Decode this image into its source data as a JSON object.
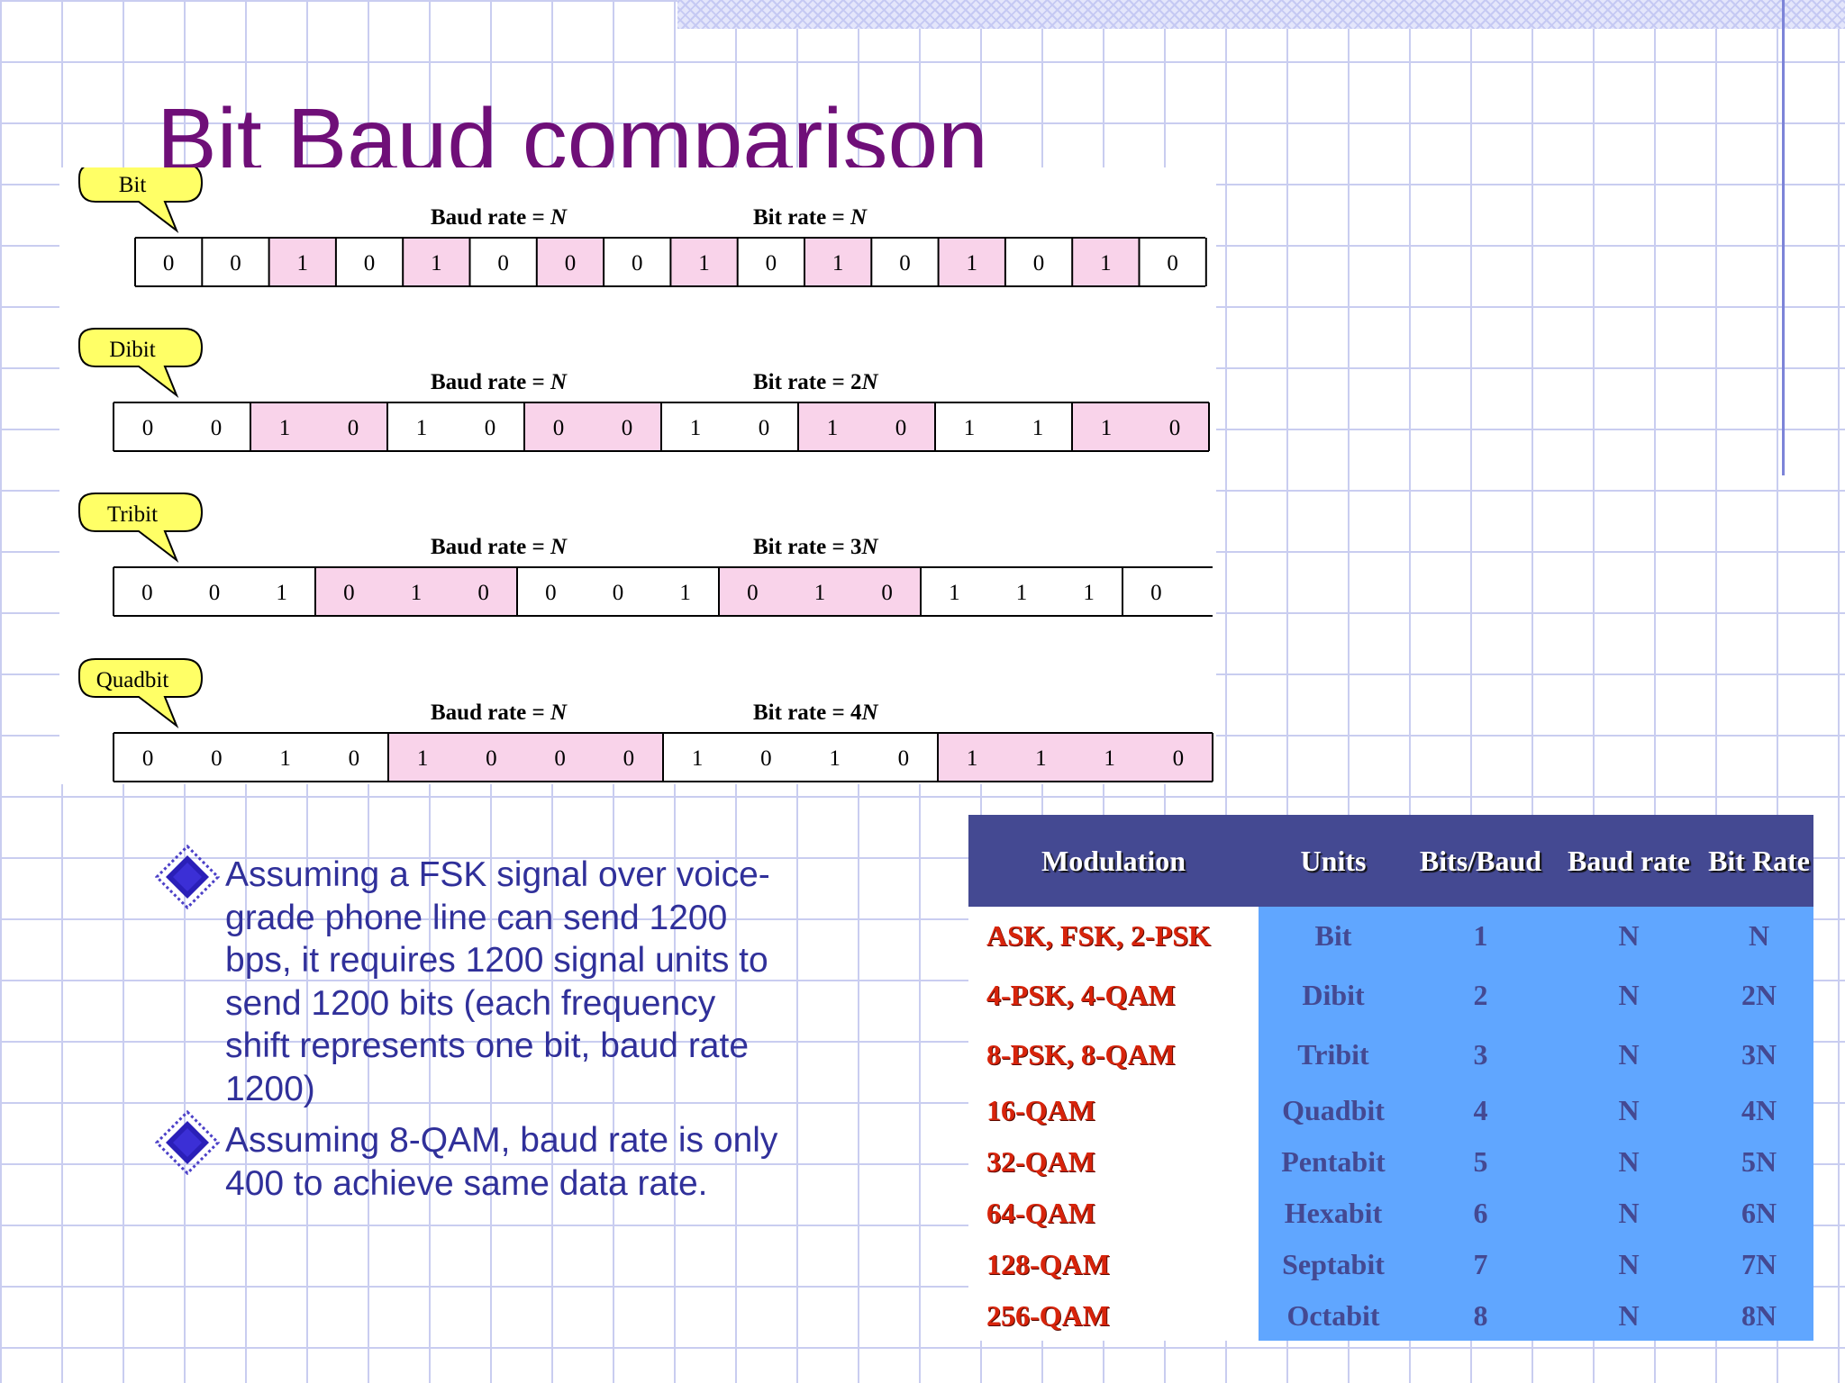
{
  "slide": {
    "title": "Bit Baud comparison"
  },
  "diagram": {
    "rows": [
      {
        "label": "Bit",
        "baud_rate_label": "Baud rate = N",
        "bit_rate_label": "Bit rate = N",
        "bits_per_unit": 1,
        "units": [
          "0",
          "0",
          "1",
          "0",
          "1",
          "0",
          "0",
          "0",
          "1",
          "0",
          "1",
          "0",
          "1",
          "0",
          "1",
          "0"
        ],
        "shaded": [
          false,
          false,
          true,
          false,
          true,
          false,
          true,
          false,
          true,
          false,
          true,
          false,
          true,
          false,
          true,
          false
        ]
      },
      {
        "label": "Dibit",
        "baud_rate_label": "Baud rate = N",
        "bit_rate_label": "Bit rate = 2N",
        "bits_per_unit": 2,
        "units": [
          "00",
          "10",
          "10",
          "00",
          "10",
          "10",
          "11",
          "10"
        ],
        "shaded": [
          false,
          true,
          false,
          true,
          false,
          true,
          false,
          true
        ]
      },
      {
        "label": "Tribit",
        "baud_rate_label": "Baud rate = N",
        "bit_rate_label": "Bit rate = 3N",
        "bits_per_unit": 3,
        "units": [
          "001",
          "010",
          "001",
          "010",
          "111",
          "0"
        ],
        "shaded": [
          false,
          true,
          false,
          true,
          false,
          false
        ]
      },
      {
        "label": "Quadbit",
        "baud_rate_label": "Baud rate = N",
        "bit_rate_label": "Bit rate = 4N",
        "bits_per_unit": 4,
        "units": [
          "0010",
          "1000",
          "1010",
          "1110"
        ],
        "shaded": [
          false,
          true,
          false,
          true
        ]
      }
    ],
    "colors": {
      "callout": "#ffff66",
      "shade": "#f9d3ea",
      "border": "#000000"
    }
  },
  "bullets": [
    "Assuming a FSK signal over voice-grade phone line can send 1200 bps, it requires 1200 signal units to send 1200 bits (each frequency shift represents one bit, baud rate 1200)",
    "Assuming 8-QAM, baud rate is only 400 to achieve same data rate."
  ],
  "table": {
    "headers": [
      "Modulation",
      "Units",
      "Bits/Baud",
      "Baud rate",
      "Bit Rate"
    ],
    "rows": [
      [
        "ASK, FSK, 2-PSK",
        "Bit",
        "1",
        "N",
        "N"
      ],
      [
        "4-PSK, 4-QAM",
        "Dibit",
        "2",
        "N",
        "2N"
      ],
      [
        "8-PSK, 8-QAM",
        "Tribit",
        "3",
        "N",
        "3N"
      ],
      [
        "16-QAM",
        "Quadbit",
        "4",
        "N",
        "4N"
      ],
      [
        "32-QAM",
        "Pentabit",
        "5",
        "N",
        "5N"
      ],
      [
        "64-QAM",
        "Hexabit",
        "6",
        "N",
        "6N"
      ],
      [
        "128-QAM",
        "Septabit",
        "7",
        "N",
        "7N"
      ],
      [
        "256-QAM",
        "Octabit",
        "8",
        "N",
        "8N"
      ]
    ],
    "colors": {
      "header_bg": "#444992",
      "body_bg": "#60a6ff",
      "modulation_text": "#d8240b",
      "body_text": "#444992"
    }
  }
}
